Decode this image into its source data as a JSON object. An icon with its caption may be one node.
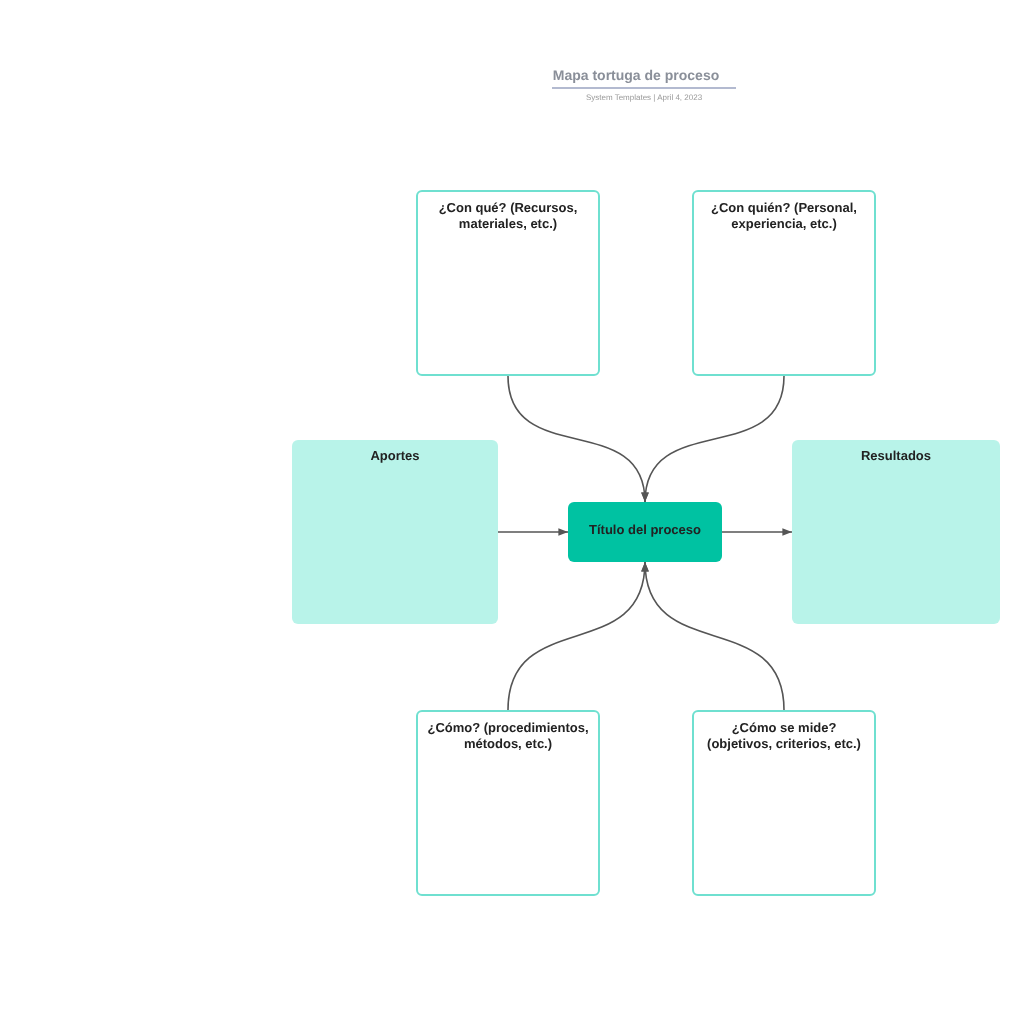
{
  "diagram": {
    "title": "Mapa tortuga de proceso",
    "nodes": [
      {
        "text": [
          "¿Con qué? (Recursos, materiales, etc.)"
        ]
      },
      {
        "text": [
          "¿Con quién? (Personal, experiencia, etc.)"
        ]
      },
      {
        "text": [
          "Aportes"
        ]
      },
      {
        "text": [
          "Título del proceso"
        ]
      },
      {
        "text": [
          "Resultados"
        ]
      },
      {
        "text": [
          "¿Cómo? (procedimientos, métodos, etc.)"
        ]
      },
      {
        "text": [
          "¿Cómo se mide? (objetivos, criterios, etc.)"
        ]
      }
    ],
    "edges": [
      {
        "from": 0,
        "to": 3,
        "arrow": "to"
      },
      {
        "from": 1,
        "to": 3,
        "arrow": "to"
      },
      {
        "from": 2,
        "to": 3,
        "arrow": "to"
      },
      {
        "from": 3,
        "to": 4,
        "arrow": "to"
      },
      {
        "from": 5,
        "to": 3,
        "arrow": "to"
      },
      {
        "from": 6,
        "to": 3,
        "arrow": "to"
      }
    ],
    "labels": [
      "System Templates | April 4, 2023"
    ]
  }
}
